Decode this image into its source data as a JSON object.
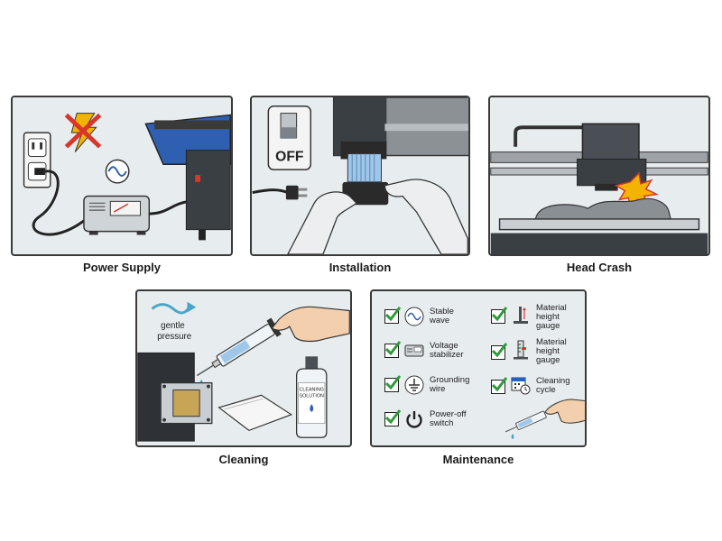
{
  "panels": [
    {
      "id": "power-supply",
      "caption": "Power Supply"
    },
    {
      "id": "installation",
      "caption": "Installation",
      "switch_text": "OFF"
    },
    {
      "id": "head-crash",
      "caption": "Head Crash"
    },
    {
      "id": "cleaning",
      "caption": "Cleaning",
      "annotation_line1": "gentle",
      "annotation_line2": "pressure",
      "bottle_line1": "CLEANING",
      "bottle_line2": "SOLUTION"
    },
    {
      "id": "maintenance",
      "caption": "Maintenance"
    }
  ],
  "maintenance_items": [
    {
      "icon": "sine-wave-icon",
      "text": "Stable\nwave"
    },
    {
      "icon": "voltage-stabilizer-icon",
      "text": "Voltage\nstabilizer"
    },
    {
      "icon": "ground-icon",
      "text": "Grounding\nwire"
    },
    {
      "icon": "power-icon",
      "text": "Power-off\nswitch"
    },
    {
      "icon": "height-gauge-icon",
      "text": "Material\nheight\ngauge"
    },
    {
      "icon": "ruler-gauge-icon",
      "text": "Material\nheight\ngauge"
    },
    {
      "icon": "calendar-clock-icon",
      "text": "Cleaning\ncycle"
    }
  ],
  "colors": {
    "panel_bg": "#e7ecef",
    "check_green": "#2e9a3a",
    "printer_blue": "#2f5fb0",
    "warning_yellow": "#f2b400",
    "alert_red": "#d8362b"
  }
}
